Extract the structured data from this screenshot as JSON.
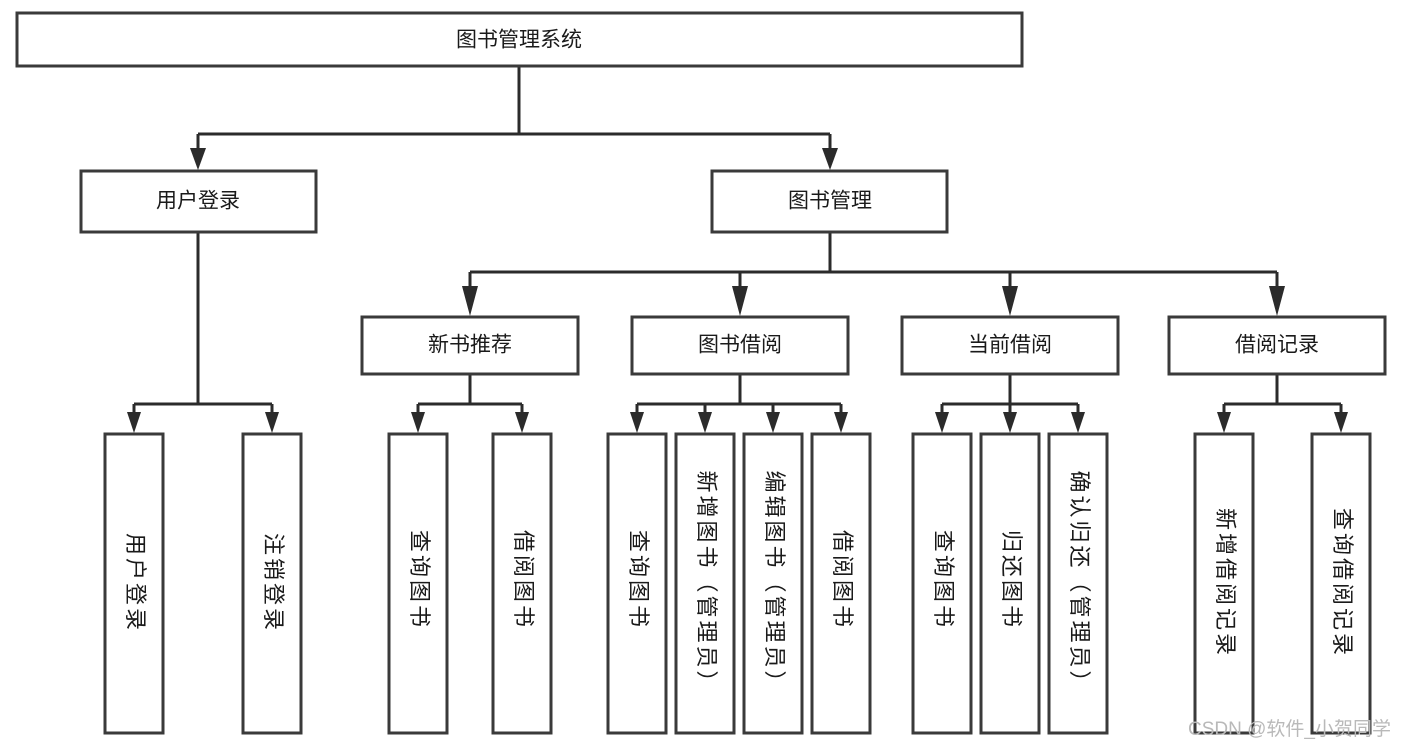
{
  "diagram": {
    "type": "tree-hierarchy",
    "title": "图书管理系统",
    "watermark": "CSDN @软件_小贺同学",
    "colors": {
      "box_stroke": "#3a3a3a",
      "connector": "#2b2b2b",
      "box_fill": "#ffffff",
      "text": "#1a1a1a",
      "watermark": "#b9b9b9",
      "background": "#ffffff"
    },
    "levels": [
      {
        "level": 1,
        "nodes": [
          {
            "id": "root",
            "label": "图书管理系统",
            "orientation": "horizontal"
          }
        ]
      },
      {
        "level": 2,
        "nodes": [
          {
            "id": "login",
            "label": "用户登录",
            "orientation": "horizontal",
            "parent": "root"
          },
          {
            "id": "bookmgmt",
            "label": "图书管理",
            "orientation": "horizontal",
            "parent": "root"
          }
        ]
      },
      {
        "level": 3,
        "nodes": [
          {
            "id": "newbook",
            "label": "新书推荐",
            "orientation": "horizontal",
            "parent": "bookmgmt"
          },
          {
            "id": "borrow",
            "label": "图书借阅",
            "orientation": "horizontal",
            "parent": "bookmgmt"
          },
          {
            "id": "current",
            "label": "当前借阅",
            "orientation": "horizontal",
            "parent": "bookmgmt"
          },
          {
            "id": "records",
            "label": "借阅记录",
            "orientation": "horizontal",
            "parent": "bookmgmt"
          }
        ]
      },
      {
        "level": 4,
        "nodes": [
          {
            "id": "leaf-user-login",
            "label": "用户登录",
            "orientation": "vertical",
            "parent": "login"
          },
          {
            "id": "leaf-user-logout",
            "label": "注销登录",
            "orientation": "vertical",
            "parent": "login"
          },
          {
            "id": "leaf-newbook-query",
            "label": "查询图书",
            "orientation": "vertical",
            "parent": "newbook"
          },
          {
            "id": "leaf-newbook-borrow",
            "label": "借阅图书",
            "orientation": "vertical",
            "parent": "newbook"
          },
          {
            "id": "leaf-borrow-query",
            "label": "查询图书",
            "orientation": "vertical",
            "parent": "borrow"
          },
          {
            "id": "leaf-borrow-add",
            "label": "新增图书（管理员）",
            "orientation": "vertical",
            "parent": "borrow"
          },
          {
            "id": "leaf-borrow-edit",
            "label": "编辑图书（管理员）",
            "orientation": "vertical",
            "parent": "borrow"
          },
          {
            "id": "leaf-borrow-lend",
            "label": "借阅图书",
            "orientation": "vertical",
            "parent": "borrow"
          },
          {
            "id": "leaf-current-query",
            "label": "查询图书",
            "orientation": "vertical",
            "parent": "current"
          },
          {
            "id": "leaf-current-return",
            "label": "归还图书",
            "orientation": "vertical",
            "parent": "current"
          },
          {
            "id": "leaf-current-confirm",
            "label": "确认归还（管理员）",
            "orientation": "vertical",
            "parent": "current"
          },
          {
            "id": "leaf-records-add",
            "label": "新增借阅记录",
            "orientation": "vertical",
            "parent": "records"
          },
          {
            "id": "leaf-records-query",
            "label": "查询借阅记录",
            "orientation": "vertical",
            "parent": "records"
          }
        ]
      }
    ]
  }
}
